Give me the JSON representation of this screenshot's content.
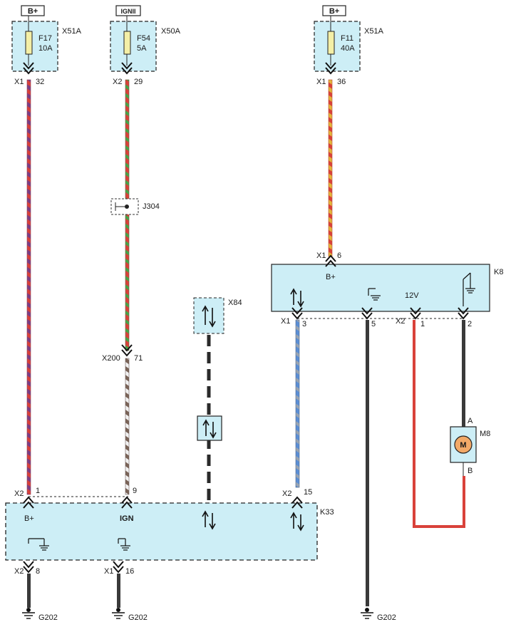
{
  "supplies": {
    "f17": {
      "bus": "B+",
      "fuse": "F17",
      "rating": "10A",
      "box": "X51A",
      "conn": "X1",
      "pin": "32"
    },
    "f54": {
      "bus": "IGNII",
      "fuse": "F54",
      "rating": "5A",
      "box": "X50A",
      "conn": "X2",
      "pin": "29"
    },
    "f11": {
      "bus": "B+",
      "fuse": "F11",
      "rating": "40A",
      "box": "X51A",
      "conn": "X1",
      "pin": "36"
    }
  },
  "splice": {
    "name": "J304"
  },
  "inline": {
    "conn": "X200",
    "pin": "71"
  },
  "x84": {
    "name": "X84"
  },
  "k8": {
    "name": "K8",
    "supply_conn": "X1",
    "supply_pin": "6",
    "supply_label": "B+",
    "label_12v": "12V",
    "pin3_conn": "X1",
    "pin3": "3",
    "pin5": "5",
    "pin1_conn": "X2",
    "pin1": "1",
    "pin2": "2"
  },
  "motor": {
    "name": "M8",
    "symbol": "M",
    "pin_a": "A",
    "pin_b": "B"
  },
  "k33": {
    "name": "K33",
    "bplus_conn": "X2",
    "bplus_pin": "1",
    "bplus_label": "B+",
    "ign_pin": "9",
    "ign_label": "IGN",
    "data_conn": "X2",
    "data_pin": "15",
    "gnd1_conn": "X2",
    "gnd1_pin": "8",
    "gnd2_conn": "X1",
    "gnd2_pin": "16"
  },
  "grounds": [
    "G202",
    "G202",
    "G202"
  ],
  "colors": {
    "module_fill": "#cdeef6",
    "wire_red": "#d9413a",
    "wire_violet": "#7a3f86",
    "wire_yellow": "#e3b53a",
    "wire_green": "#46a449",
    "wire_blue": "#5b8fd6",
    "wire_brown": "#7a6458",
    "wire_white": "#f2f2f2",
    "wire_black": "#2a2a2a"
  }
}
